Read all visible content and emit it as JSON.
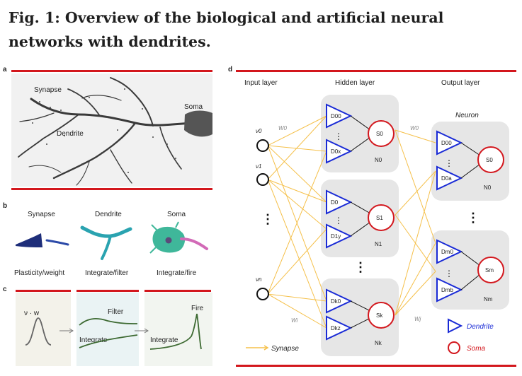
{
  "figure": {
    "title": "Fig. 1: Overview of the biological and artificial neural networks with dendrites."
  },
  "panel_a": {
    "letter": "a",
    "labels": {
      "synapse": "Synapse",
      "dendrite": "Dendrite",
      "soma": "Soma"
    }
  },
  "panel_b": {
    "letter": "b",
    "headers": {
      "synapse": "Synapse",
      "dendrite": "Dendrite",
      "soma": "Soma"
    },
    "captions": {
      "synapse": "Plasticity/weight",
      "dendrite": "Integrate/filter",
      "soma": "Integrate/fire"
    }
  },
  "panel_c": {
    "letter": "c",
    "labels": {
      "vw": "ν · w",
      "filter": "Filter",
      "integrate1": "Integrate",
      "integrate2": "Integrate",
      "fire": "Fire"
    }
  },
  "panel_d": {
    "letter": "d",
    "layers": {
      "input": "Input layer",
      "hidden": "Hidden layer",
      "output": "Output layer"
    },
    "neuron_label": "Neuron",
    "inputs": [
      "ν0",
      "ν1",
      "νn"
    ],
    "weights": {
      "w0": "W0",
      "wi": "Wi",
      "w0_out": "W0",
      "wj": "Wj"
    },
    "hidden_nodes": [
      {
        "soma": "S0",
        "name": "N0",
        "d_top": "D00",
        "d_bot": "D0x"
      },
      {
        "soma": "S1",
        "name": "N1",
        "d_top": "D0",
        "d_bot": "D1y"
      },
      {
        "soma": "Sk",
        "name": "Nk",
        "d_top": "Dk0",
        "d_bot": "Dkz"
      }
    ],
    "output_nodes": [
      {
        "soma": "S0",
        "name": "N0",
        "d_top": "D00",
        "d_bot": "D0a"
      },
      {
        "soma": "Sm",
        "name": "Nm",
        "d_top": "Dm0",
        "d_bot": "Dmb"
      }
    ],
    "legend": {
      "synapse": "Synapse",
      "dendrite": "Dendrite",
      "soma": "Soma"
    },
    "colors": {
      "dendrite": "#1a2bd6",
      "soma": "#d3171d",
      "synapse": "#f5c04a"
    }
  }
}
